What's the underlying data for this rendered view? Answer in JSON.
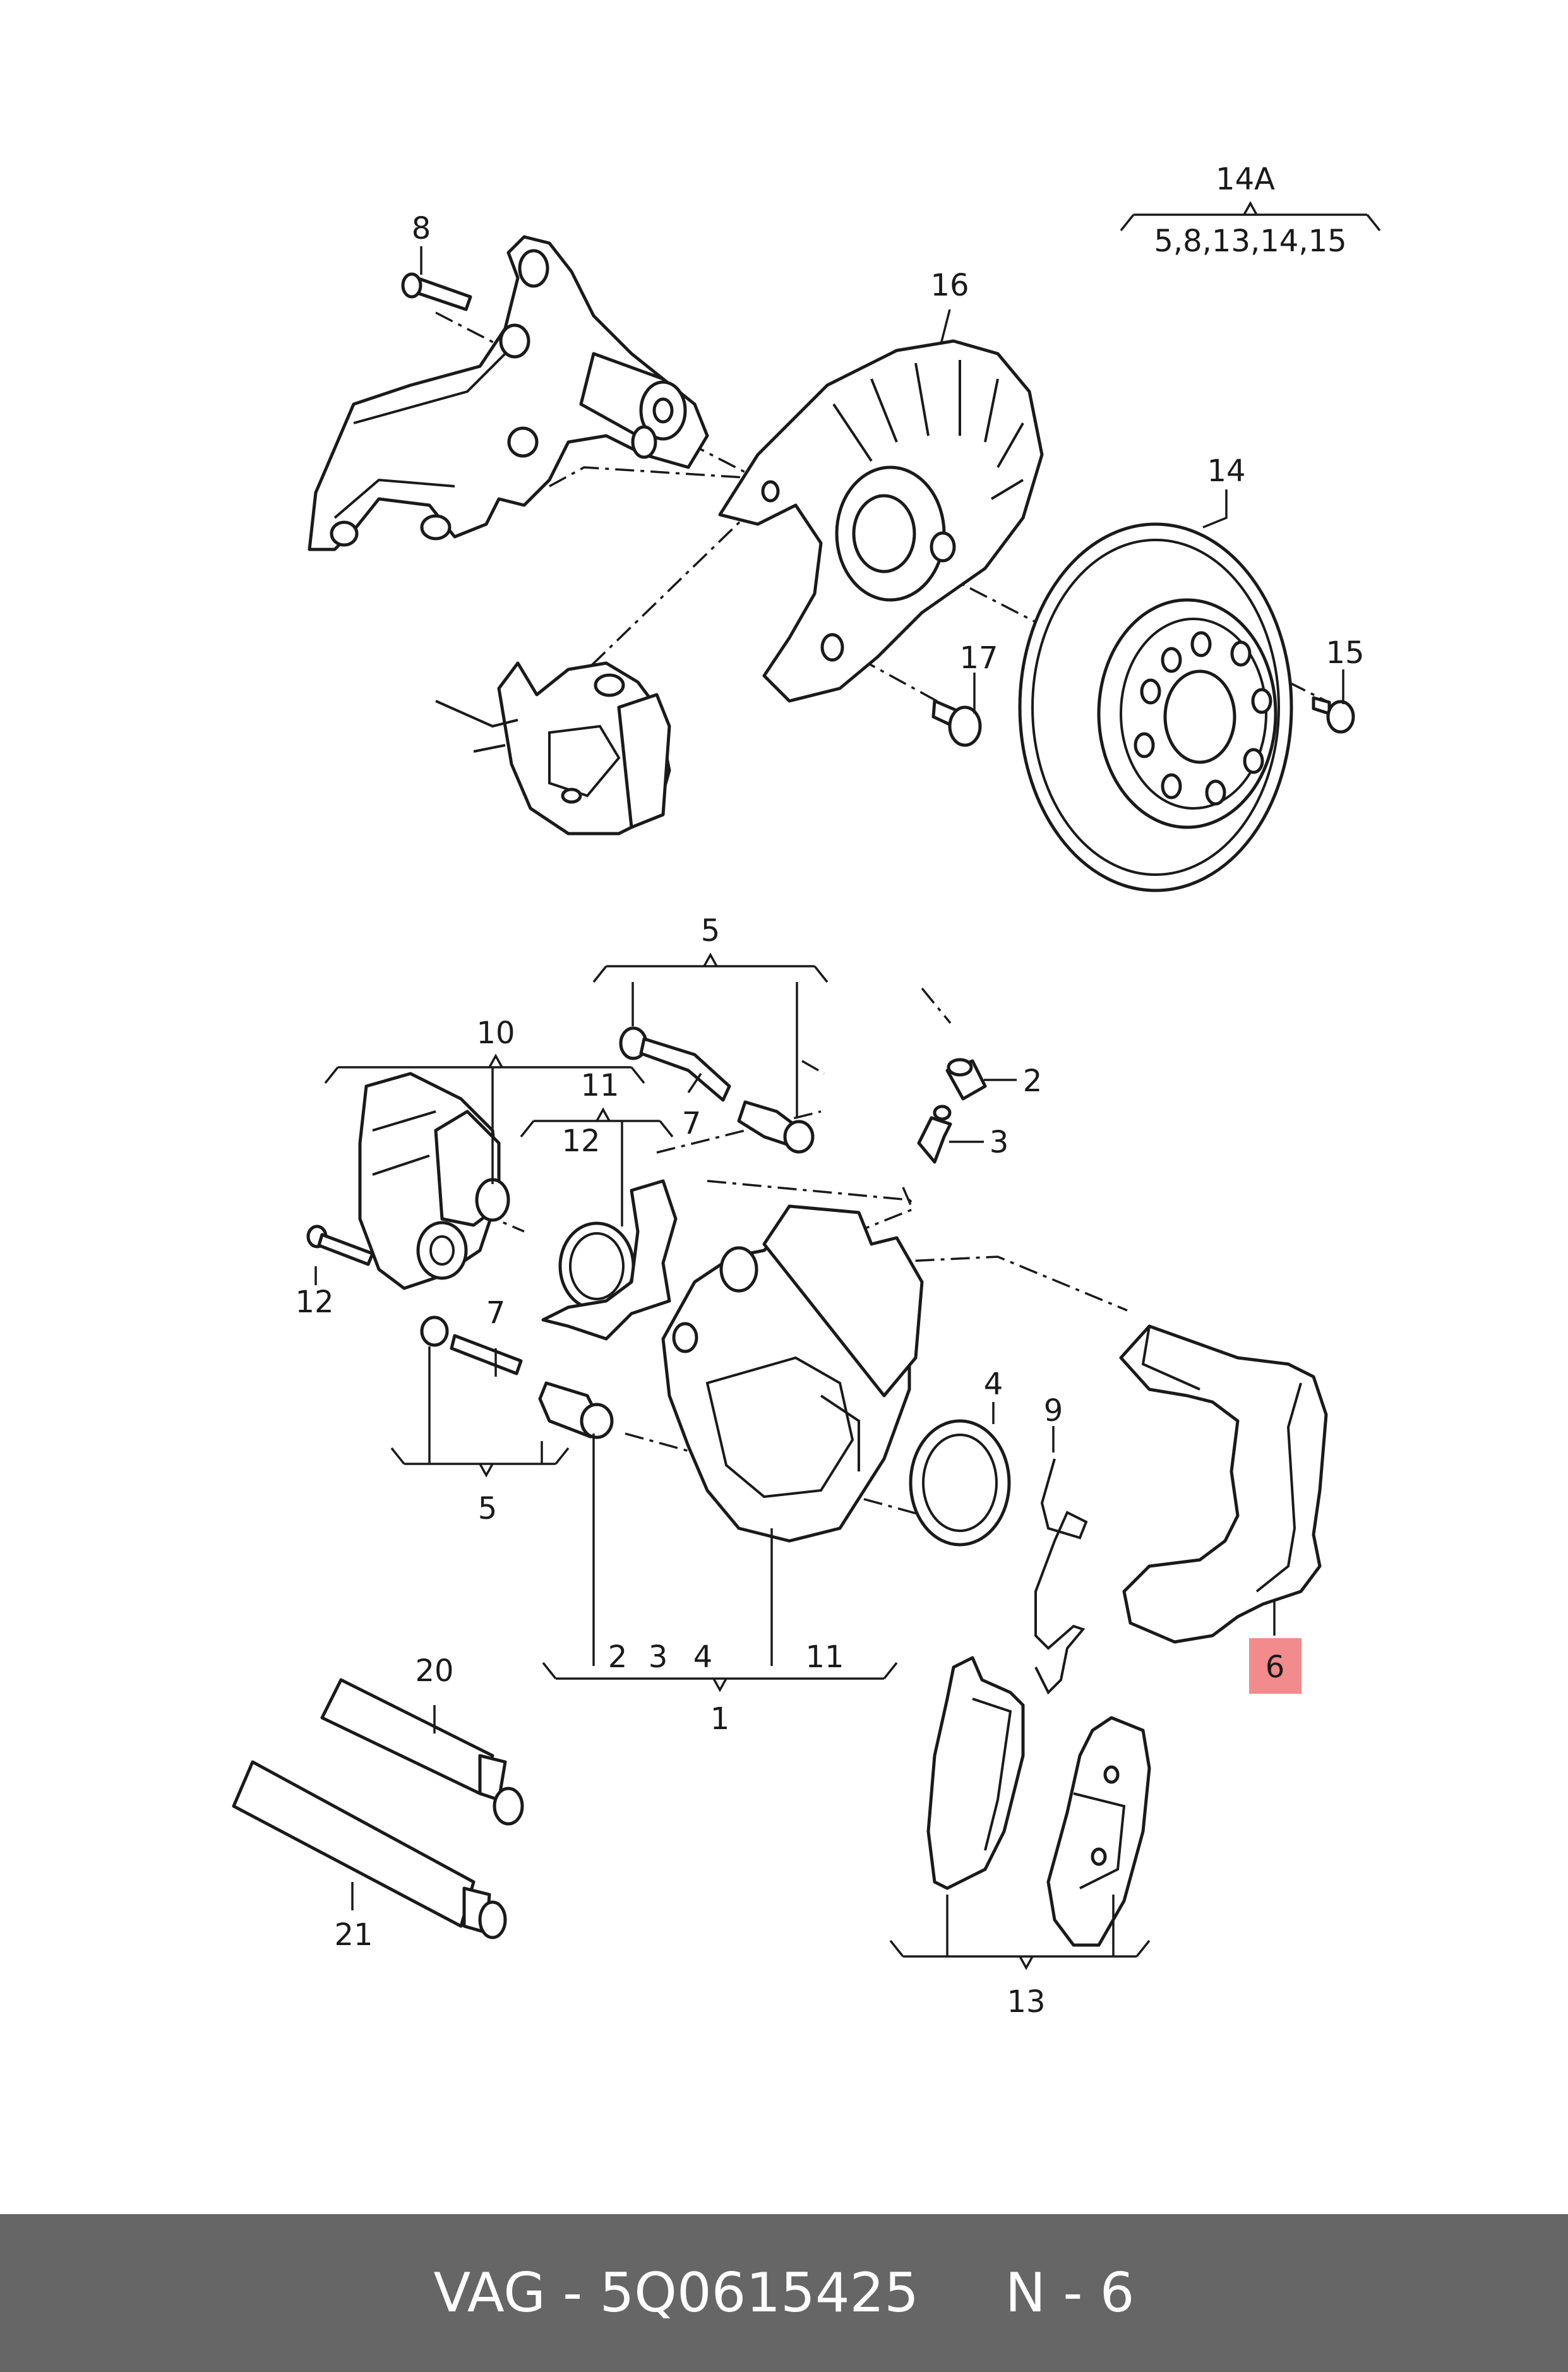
{
  "callouts": {
    "c14a_title": "14A",
    "c14a_list": "5,8,13,14,15",
    "c8": "8",
    "c16": "16",
    "c14": "14",
    "c15": "15",
    "c17": "17",
    "c5_top": "5",
    "c10": "10",
    "c11_top": "11",
    "c12_top": "12",
    "c7_top": "7",
    "c2": "2",
    "c3": "3",
    "c12_left": "12",
    "c7_mid": "7",
    "c5_bottom": "5",
    "c4": "4",
    "c9": "9",
    "c6": "6",
    "c1_sub2": "2",
    "c1_sub3": "3",
    "c1_sub4": "4",
    "c1_sub11": "11",
    "c1": "1",
    "c20": "20",
    "c21": "21",
    "c13": "13"
  },
  "highlight_color": "#f28b8b",
  "footer": {
    "brand": "VAG",
    "part_number": "5Q0615425",
    "ref": "N - 6"
  }
}
